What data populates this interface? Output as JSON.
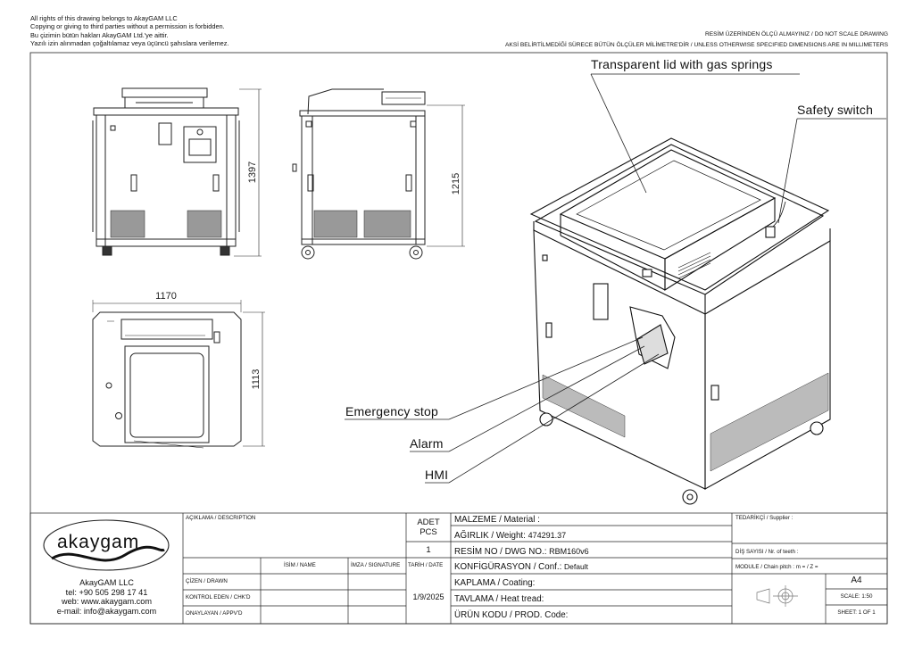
{
  "header": {
    "copyright_en_1": "All rights of this drawing belongs to AkayGAM LLC",
    "copyright_en_2": "Copying or giving to third parties without a permission is forbidden.",
    "copyright_tr_1": "Bu çizimin bütün hakları AkayGAM Ltd.'ye aittir.",
    "copyright_tr_2": "Yazılı izin alınmadan çoğaltılamaz veya üçüncü şahıslara verilemez.",
    "no_scale": "RESİM ÜZERİNDEN ÖLÇÜ ALMAYINIZ / DO NOT SCALE DRAWING",
    "units_note": "AKSİ BELİRTİLMEDİĞİ SÜRECE BÜTÜN ÖLÇÜLER MİLİMETRE'DİR / UNLESS OTHERWISE SPECIFIED DIMENSIONS ARE IN MILLIMETERS"
  },
  "dimensions": {
    "front_height": "1397",
    "side_height": "1215",
    "top_width": "1170",
    "top_depth": "1113"
  },
  "callouts": {
    "lid": "Transparent lid with gas springs",
    "safety": "Safety switch",
    "estop": "Emergency stop",
    "alarm": "Alarm",
    "hmi": "HMI"
  },
  "title_block": {
    "logo_text": "akaygam",
    "company": "AkayGAM LLC",
    "tel": "tel: +90 505 298 17 41",
    "web": "web: www.akaygam.com",
    "email": "e-mail: info@akaygam.com",
    "description_label": "AÇIKLAMA / DESCRIPTION",
    "qty_label_1": "ADET",
    "qty_label_2": "PCS",
    "qty_value": "1",
    "name_col": "İSİM / NAME",
    "sign_col": "İMZA / SIGNATURE",
    "date_col": "TARİH / DATE",
    "drawn_label": "ÇİZEN / DRAWN",
    "checked_label": "KONTROL EDEN / CHK'D",
    "approved_label": "ONAYLAYAN / APPV'D",
    "date_value": "1/9/2025",
    "material_label": "MALZEME / Material :",
    "weight_label": "AĞIRLIK / Weight:",
    "weight_value": "474291.37",
    "dwg_label": "RESİM NO / DWG NO.:",
    "dwg_value": "RBM160v6",
    "conf_label": "KONFİGÜRASYON / Conf.:",
    "conf_value": "Default",
    "coating_label": "KAPLAMA / Coating:",
    "heat_label": "TAVLAMA / Heat tread:",
    "code_label": "ÜRÜN KODU / PROD. Code:",
    "supplier_label": "TEDARİKÇİ / Supplier :",
    "teeth_label": "DİŞ SAYISI / Nr. of teeth :",
    "module_label": "MODULE / Chain pitch :  m =   / Z =",
    "size_value": "A4",
    "scale_value": "SCALE: 1:50",
    "sheet_value": "SHEET: 1 OF 1"
  }
}
